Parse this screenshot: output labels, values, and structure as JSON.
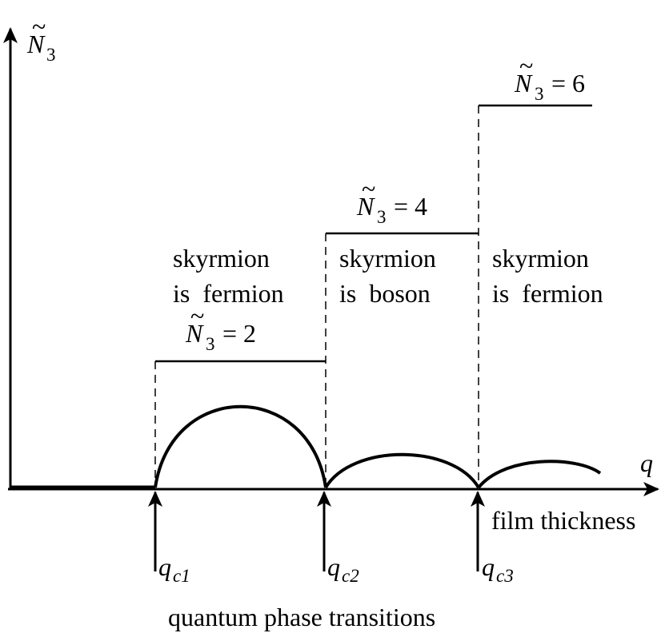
{
  "axes": {
    "y_label": "N",
    "y_label_sub": "3",
    "x_label": "q",
    "x_caption": "film thickness"
  },
  "levels": [
    {
      "symbol": "N",
      "sub": "3",
      "eq": "= 2"
    },
    {
      "symbol": "N",
      "sub": "3",
      "eq": "= 4"
    },
    {
      "symbol": "N",
      "sub": "3",
      "eq": "= 6"
    }
  ],
  "regions": [
    {
      "line1": "skyrmion",
      "line2": "is  fermion"
    },
    {
      "line1": "skyrmion",
      "line2": "is  boson"
    },
    {
      "line1": "skyrmion",
      "line2": "is  fermion"
    }
  ],
  "critical_points": [
    {
      "symbol": "q",
      "sub": "c1"
    },
    {
      "symbol": "q",
      "sub": "c2"
    },
    {
      "symbol": "q",
      "sub": "c3"
    }
  ],
  "footer": "quantum phase transitions"
}
